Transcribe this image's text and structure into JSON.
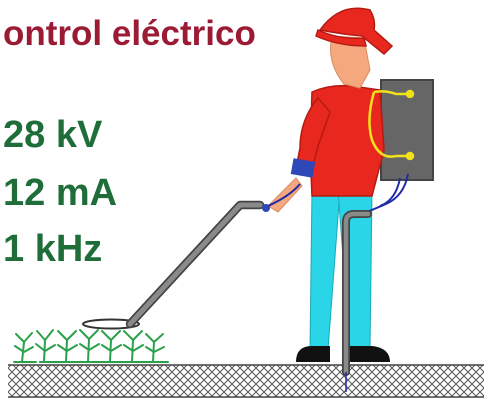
{
  "title": "ontrol eléctrico",
  "parameters": {
    "voltage": "28 kV",
    "current": "12 mA",
    "frequency": "1 kHz"
  },
  "colors": {
    "title": "#9b1b34",
    "parameters": "#1f6e3a",
    "hat": "#e8281f",
    "shirt": "#e8281f",
    "pants": "#29d5e6",
    "skin": "#f5a77d",
    "backpack": "#666666",
    "wand": "#6b6b6b",
    "wires": "#f2e21a",
    "cable": "#1f2aa8",
    "wristband": "#2f48b8",
    "shoes": "#111111",
    "weeds": "#2aa14a"
  },
  "icons": [
    "operator-figure",
    "electric-wand",
    "backpack-generator",
    "weeds",
    "soil-hatch"
  ]
}
